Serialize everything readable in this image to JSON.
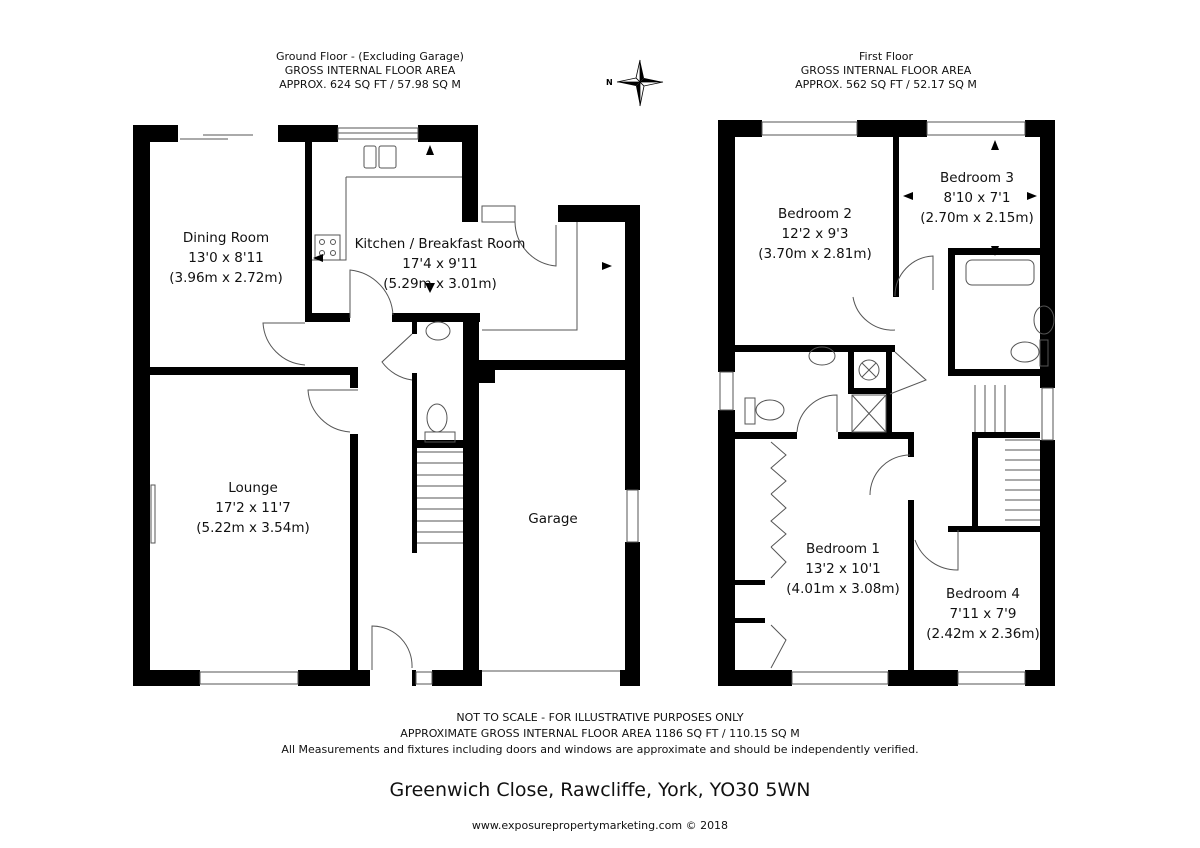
{
  "ground_floor": {
    "title": "Ground Floor - (Excluding Garage)",
    "area_label": "GROSS INTERNAL FLOOR AREA",
    "area": "APPROX. 624 SQ FT / 57.98 SQ M",
    "rooms": [
      {
        "name": "Dining Room",
        "imperial": "13'0 x 8'11",
        "metric": "(3.96m x 2.72m)"
      },
      {
        "name": "Kitchen / Breakfast Room",
        "imperial": "17'4 x 9'11",
        "metric": "(5.29m x 3.01m)"
      },
      {
        "name": "Lounge",
        "imperial": "17'2 x 11'7",
        "metric": "(5.22m x 3.54m)"
      },
      {
        "name": "Garage"
      }
    ]
  },
  "first_floor": {
    "title": "First Floor",
    "area_label": "GROSS INTERNAL FLOOR AREA",
    "area": "APPROX. 562 SQ FT / 52.17 SQ M",
    "rooms": [
      {
        "name": "Bedroom 2",
        "imperial": "12'2 x 9'3",
        "metric": "(3.70m x 2.81m)"
      },
      {
        "name": "Bedroom 3",
        "imperial": "8'10 x 7'1",
        "metric": "(2.70m x 2.15m)"
      },
      {
        "name": "Bedroom 1",
        "imperial": "13'2 x 10'1",
        "metric": "(4.01m x 3.08m)"
      },
      {
        "name": "Bedroom 4",
        "imperial": "7'11 x 7'9",
        "metric": "(2.42m x 2.36m)"
      }
    ]
  },
  "compass": {
    "label": "N",
    "icon": "compass-rose-icon"
  },
  "footer": {
    "disclaimer1": "NOT TO SCALE - FOR ILLUSTRATIVE PURPOSES ONLY",
    "disclaimer2": "APPROXIMATE GROSS INTERNAL FLOOR AREA 1186 SQ FT / 110.15 SQ M",
    "disclaimer3": "All Measurements and fixtures including doors and windows are approximate and should be independently verified.",
    "address": "Greenwich Close, Rawcliffe, York, YO30 5WN",
    "credit": "www.exposurepropertymarketing.com © 2018"
  }
}
